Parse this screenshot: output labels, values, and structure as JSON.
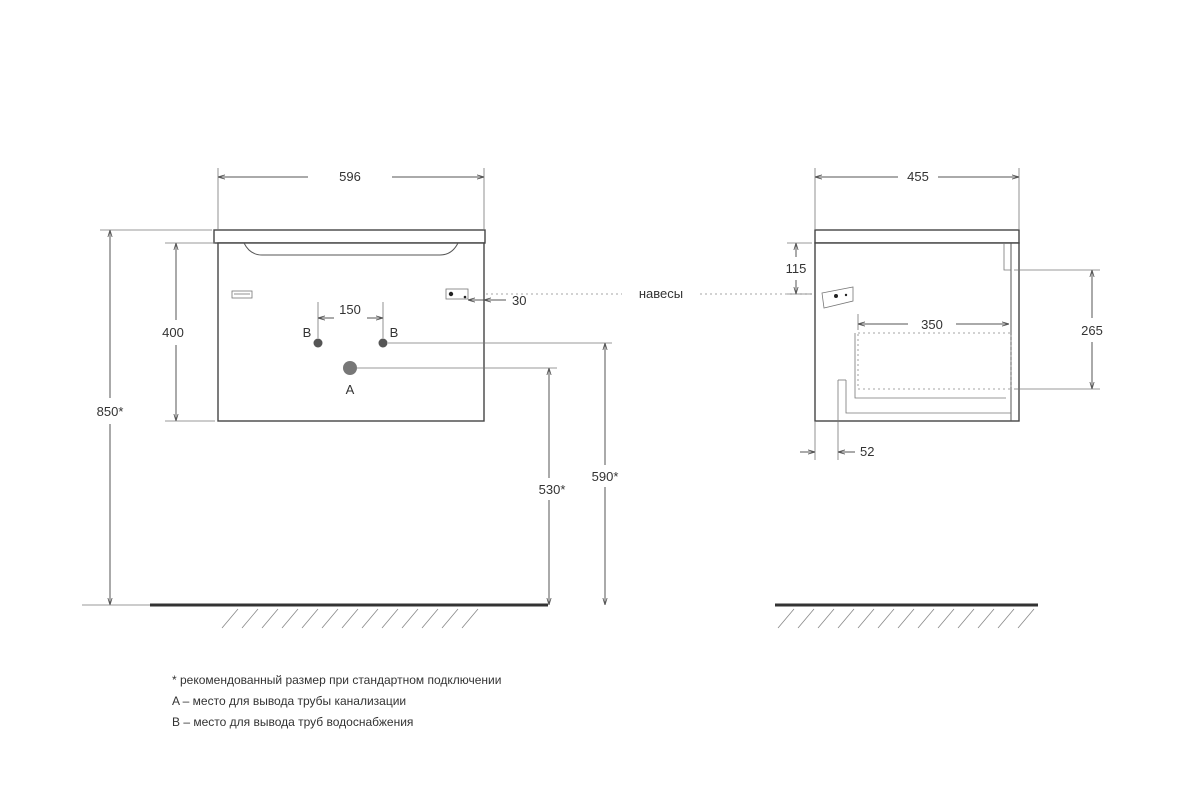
{
  "front_view": {
    "width_label": "596",
    "height_label": "400",
    "total_height_label": "850*",
    "pipe_spacing_label": "150",
    "hinge_offset_label": "30",
    "pipe_b_left_label": "B",
    "pipe_b_right_label": "B",
    "pipe_a_label": "A",
    "drain_height_label": "530*",
    "water_height_label": "590*"
  },
  "side_view": {
    "depth_label": "455",
    "hinge_height_label": "115",
    "drawer_depth_label": "350",
    "drawer_height_label": "265",
    "offset_label": "52"
  },
  "hinge_callout": "навесы",
  "notes": {
    "line1": "* рекомендованный размер при стандартном подключении",
    "line2": "A – место для вывода трубы канализации",
    "line3": "B – место для вывода труб водоснабжения"
  }
}
